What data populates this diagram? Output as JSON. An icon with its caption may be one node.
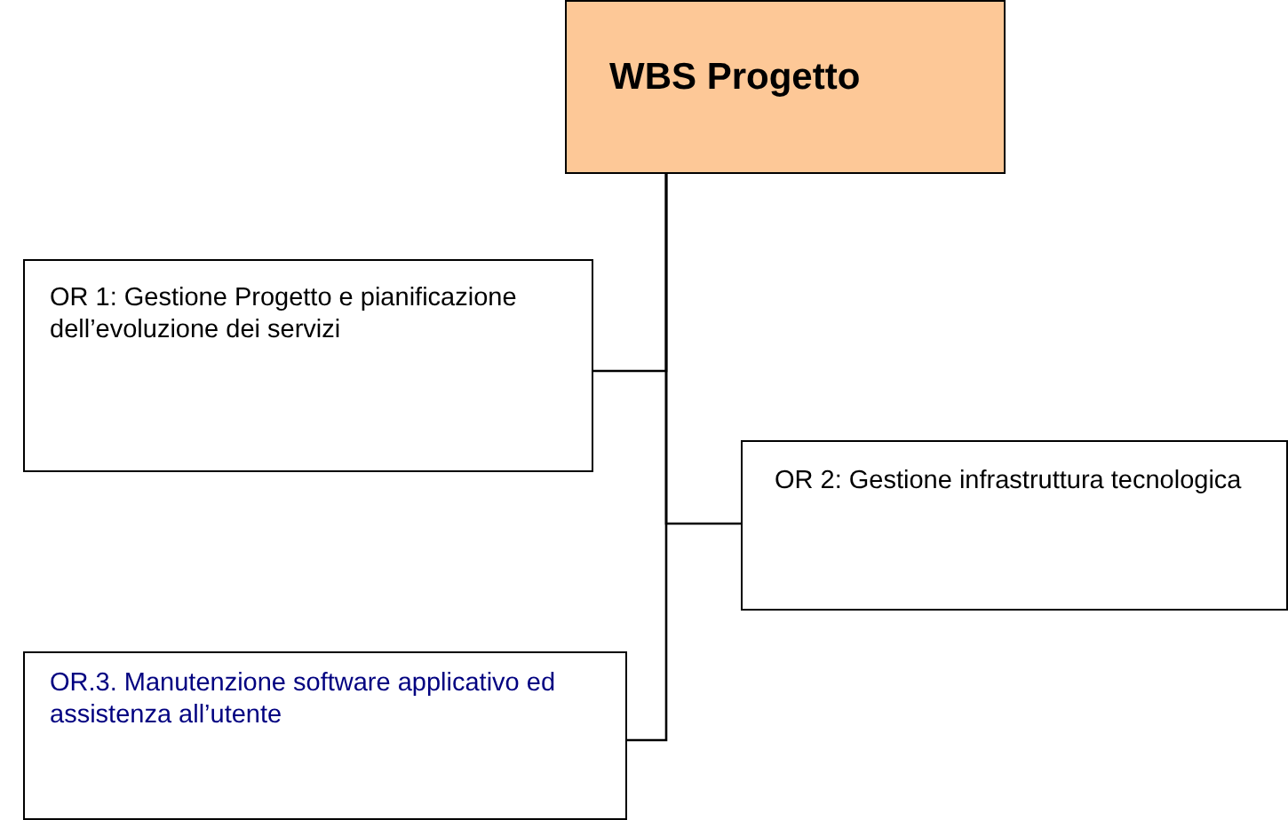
{
  "diagram": {
    "nodes": [
      {
        "text": [
          "WBS Progetto"
        ]
      },
      {
        "text": [
          "OR 1: Gestione Progetto e pianificazione dell’evoluzione dei servizi"
        ]
      },
      {
        "text": [
          "OR 2: Gestione infrastruttura tecnologica"
        ]
      },
      {
        "text": [
          "OR.3. Manutenzione software applicativo ed assistenza all’utente"
        ]
      }
    ],
    "edges": [
      {
        "from": 0,
        "to": 1,
        "arrow": "none"
      },
      {
        "from": 0,
        "to": 2,
        "arrow": "none"
      },
      {
        "from": 0,
        "to": 3,
        "arrow": "none"
      }
    ]
  }
}
